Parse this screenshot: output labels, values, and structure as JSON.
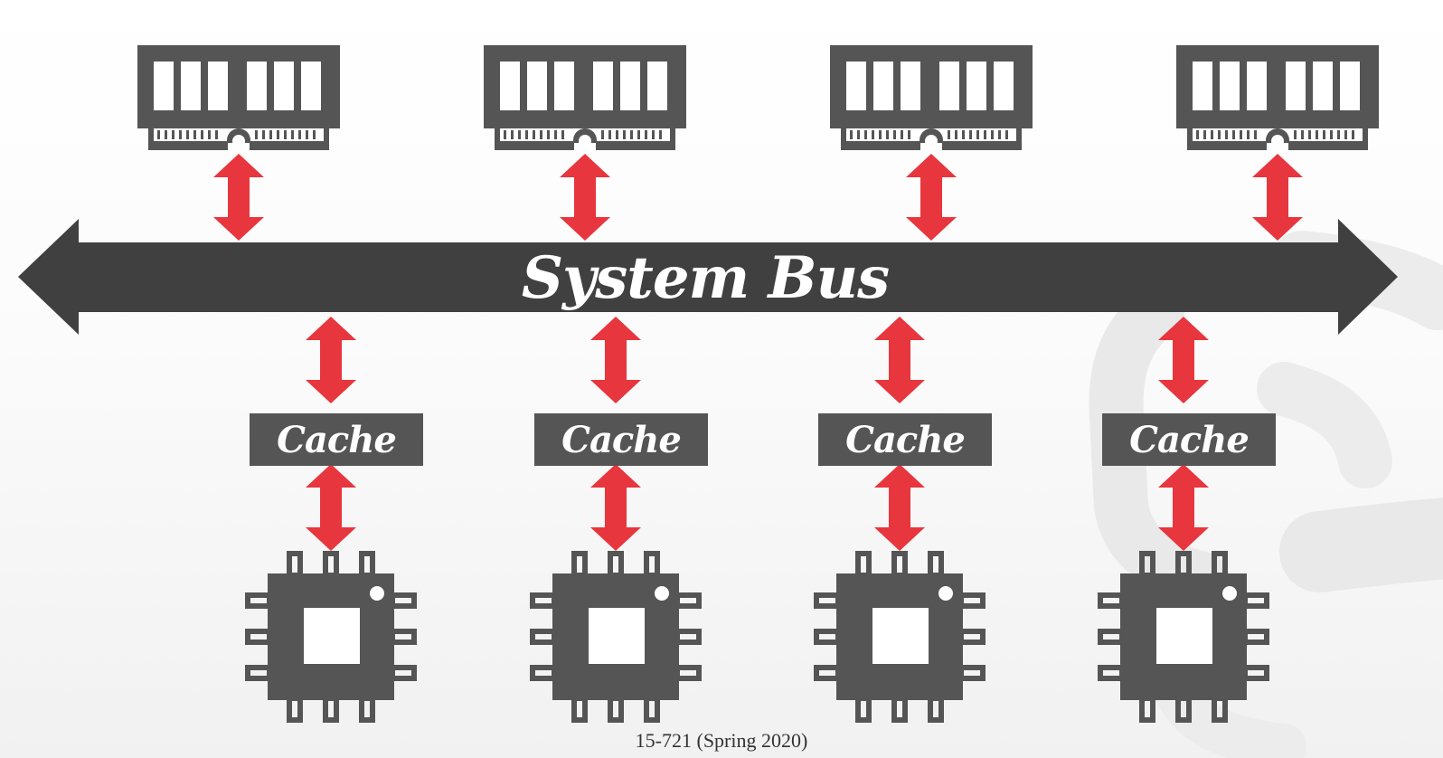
{
  "bus": {
    "label": "System Bus"
  },
  "caches": [
    {
      "label": "Cache"
    },
    {
      "label": "Cache"
    },
    {
      "label": "Cache"
    },
    {
      "label": "Cache"
    }
  ],
  "footer": {
    "text": "15-721 (Spring 2020)"
  },
  "colors": {
    "bus": "#404040",
    "component": "#555555",
    "arrow": "#e8363e",
    "watermark": "#e9e9e9"
  },
  "icons": {
    "memory": "memory-module-icon",
    "cpu": "cpu-chip-icon",
    "arrow": "double-arrow-icon"
  }
}
